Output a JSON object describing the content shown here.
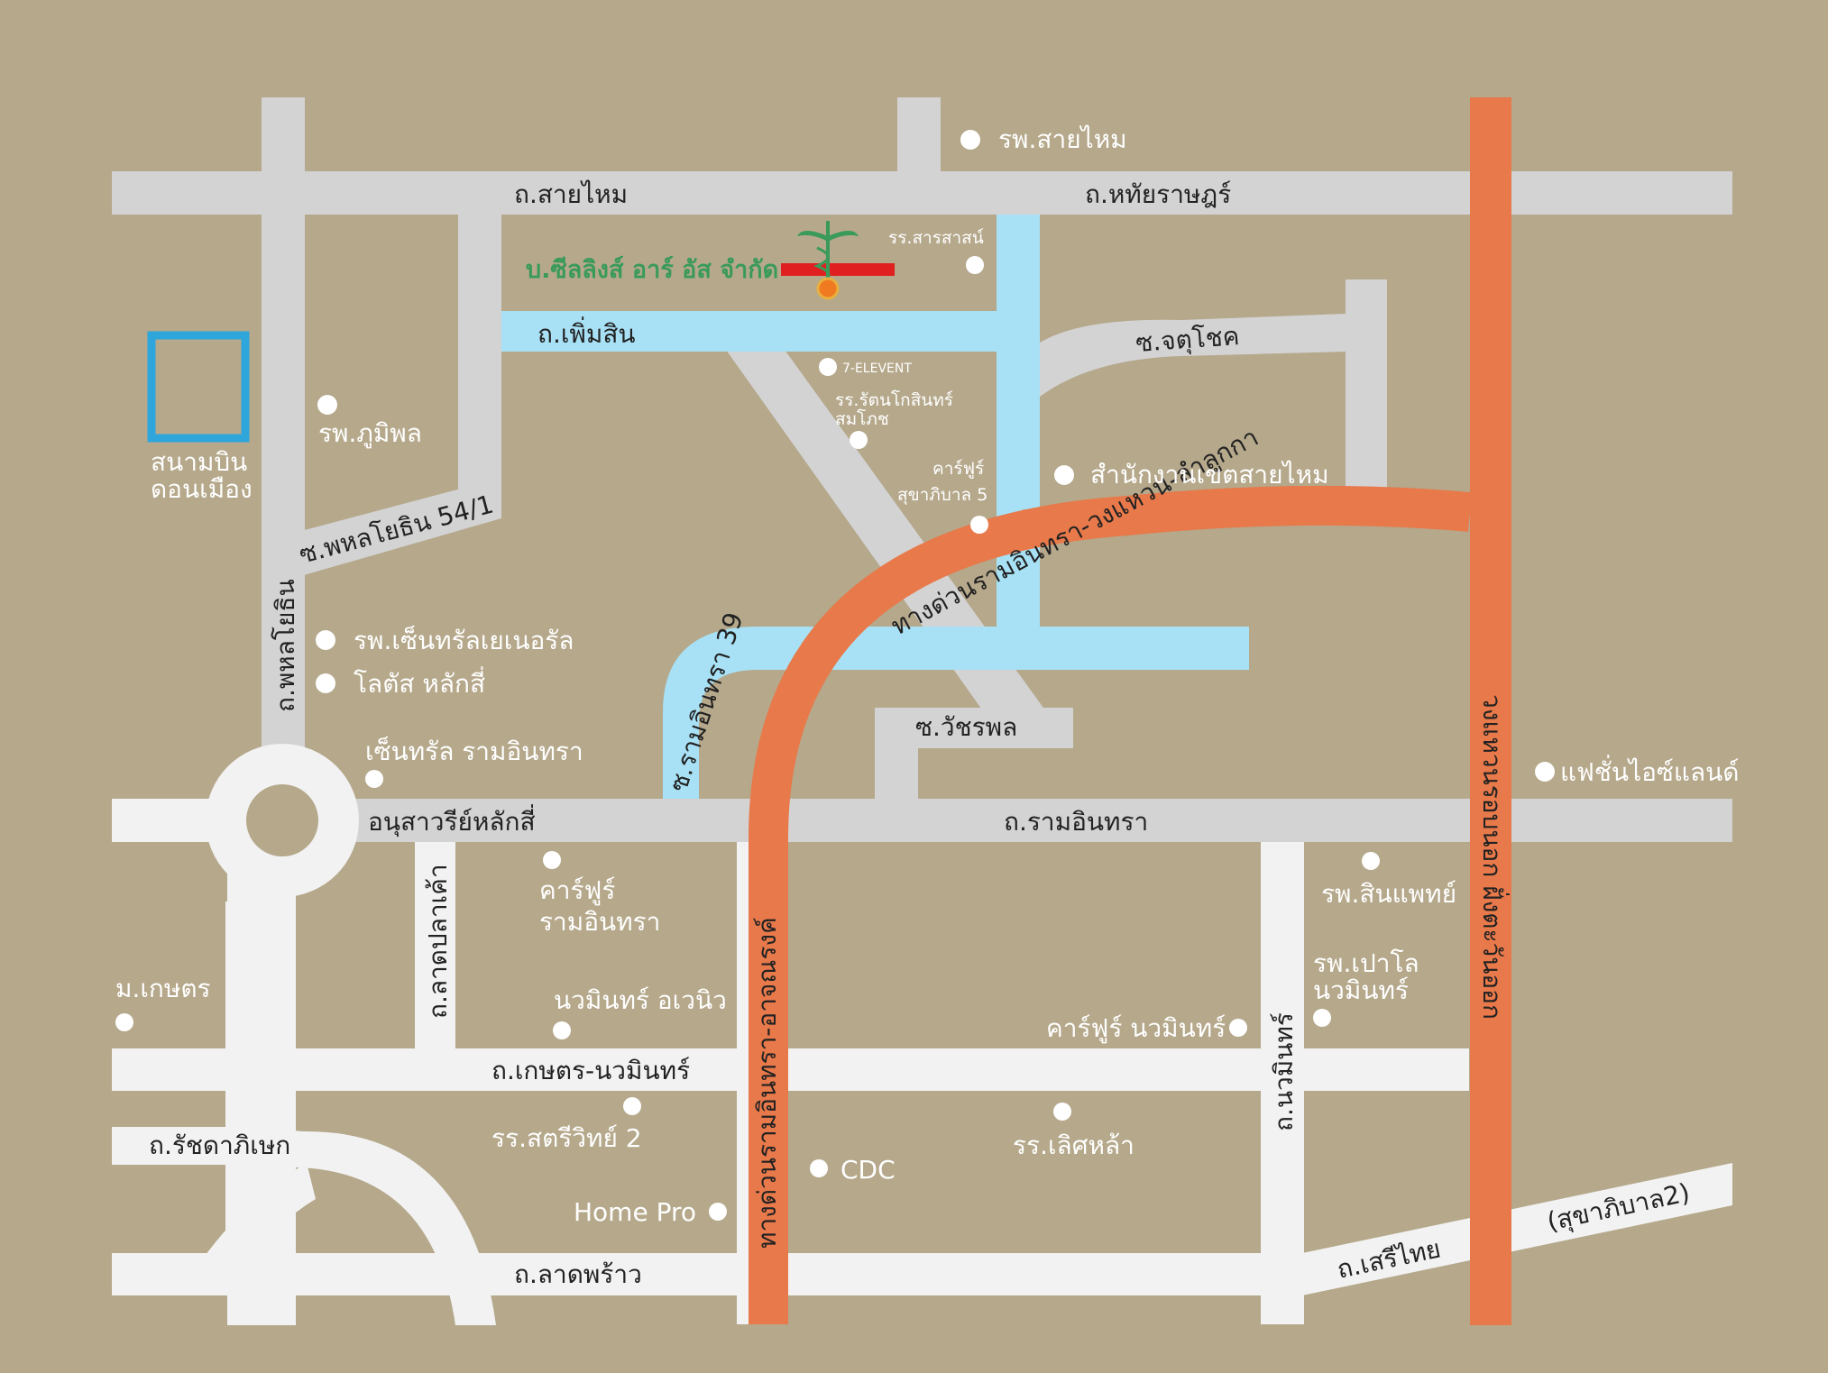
{
  "roads": {
    "sai_mai": "ถ.สายไหม",
    "hathai_rat": "ถ.หทัยราษฎร์",
    "phoem_sin": "ถ.เพิ่มสิน",
    "chatuchok": "ซ.จตุโชค",
    "phahon_54_1": "ซ.พหลโยธิน 54/1",
    "phahon": "ถ.พหลโยธิน",
    "ram_intra_39": "ซ.รามอินทรา 39",
    "watcharaphon": "ซ.วัชรพล",
    "ram_intra": "ถ.รามอินทรา",
    "monument": "อนุสาวรีย์หลักสี่",
    "lat_pla_khao": "ถ.ลาดปลาเค้า",
    "kaset_nawamin": "ถ.เกษตร-นวมินทร์",
    "ratchadaphisek": "ถ.รัชดาภิเษก",
    "lat_phrao": "ถ.ลาดพร้าว",
    "nawamin": "ถ.นวมินทร์",
    "seri_thai": "ถ.เสรีไทย",
    "sukhaphiban2": "(สุขาภิบาล2)",
    "expressway_wongwaen": "ทางด่วนรามอินทรา-วงแหวน-ลำลูกกา",
    "expressway_atnarong": "ทางด่วนรามอินทรา-อาจณรงค์",
    "outer_ring_east": "วงแหวนรอบนอก ฝั่งตะวันออก"
  },
  "places": {
    "sai_mai_hospital": "รพ.สายไหม",
    "saras_school": "รร.สารสาสน์",
    "seven_eleven": "7-ELEVENT",
    "rattana_school_1": "รร.รัตนโกสินทร์",
    "rattana_school_2": "สมโภช",
    "carrefour_suk_1": "คาร์ฟูร์",
    "carrefour_suk_2": "สุขาภิบาล 5",
    "district_office": "สำนักงานเขตสายไหม",
    "bhumibol_hospital": "รพ.ภูมิพล",
    "airport_1": "สนามบิน",
    "airport_2": "ดอนเมือง",
    "central_general": "รพ.เซ็นทรัลเยเนอรัล",
    "lotus": "โลตัส หลักสี่",
    "central_ram": "เซ็นทรัล รามอินทรา",
    "fashion_island": "แฟชั่นไอซ์แลนด์",
    "carrefour_ram_1": "คาร์ฟูร์",
    "carrefour_ram_2": "รามอินทรา",
    "sinphaet": "รพ.สินแพทย์",
    "paolo_1": "รพ.เปาโล",
    "paolo_2": "นวมินทร์",
    "kasetsart": "ม.เกษตร",
    "nawamin_avenue": "นวมินทร์ อเวนิว",
    "carrefour_nawamin": "คาร์ฟูร์ นวมินทร์",
    "satriwit": "รร.สตรีวิทย์ 2",
    "lertlah": "รร.เลิศหล้า",
    "cdc": "CDC",
    "homepro": "Home Pro"
  },
  "company": {
    "name": "บ.ซีลลิงส์ อาร์ อัส จำกัด"
  },
  "colors": {
    "background": "#b5a88b",
    "road_gray": "#d3d3d4",
    "road_white": "#f2f2f2",
    "road_blue": "#a8e1f5",
    "expressway": "#e8794a",
    "airport_box": "#2ea6dc",
    "company_text": "#3a9a5a",
    "marker": "#e02020"
  },
  "icons": {
    "company_logo": "caduceus-icon",
    "place_marker": "white-dot-icon"
  }
}
